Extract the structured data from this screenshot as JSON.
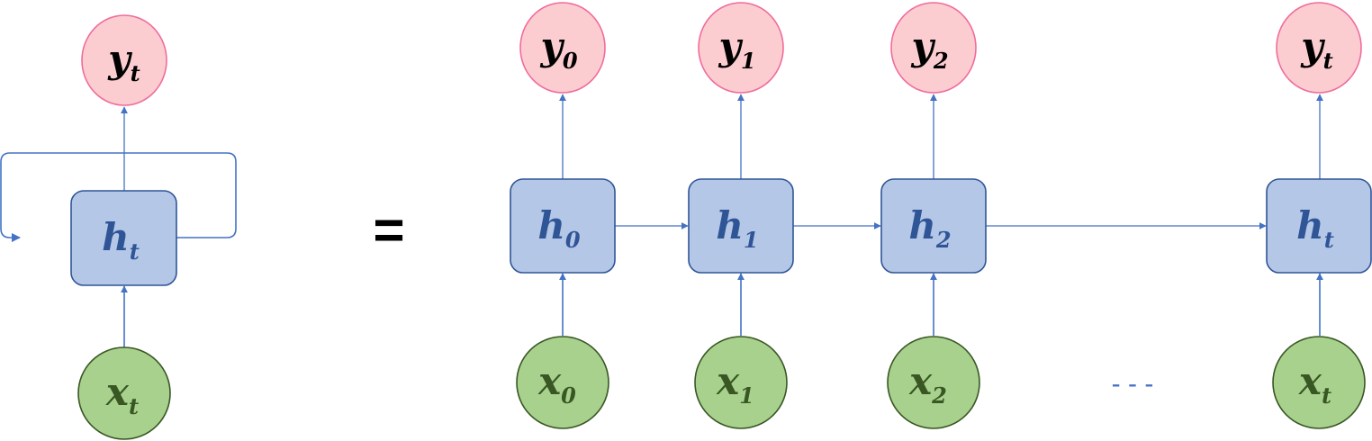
{
  "colors": {
    "output_fill": "#fccdd0",
    "output_stroke": "#f06c9b",
    "output_text": "#000000",
    "hidden_fill": "#b4c7e7",
    "hidden_stroke": "#2f5597",
    "hidden_text": "#2f5597",
    "input_fill": "#a9d18e",
    "input_stroke": "#385723",
    "input_text": "#385723",
    "edge": "#4472c4"
  },
  "rolled": {
    "output": {
      "var": "y",
      "sub": "t"
    },
    "hidden": {
      "var": "h",
      "sub": "t"
    },
    "input": {
      "var": "x",
      "sub": "t"
    }
  },
  "equals": "=",
  "ellipsis": "- - -",
  "unrolled": [
    {
      "output": {
        "var": "y",
        "sub": "0"
      },
      "hidden": {
        "var": "h",
        "sub": "0"
      },
      "input": {
        "var": "x",
        "sub": "0"
      }
    },
    {
      "output": {
        "var": "y",
        "sub": "1"
      },
      "hidden": {
        "var": "h",
        "sub": "1"
      },
      "input": {
        "var": "x",
        "sub": "1"
      }
    },
    {
      "output": {
        "var": "y",
        "sub": "2"
      },
      "hidden": {
        "var": "h",
        "sub": "2"
      },
      "input": {
        "var": "x",
        "sub": "2"
      }
    },
    {
      "output": {
        "var": "y",
        "sub": "t"
      },
      "hidden": {
        "var": "h",
        "sub": "t"
      },
      "input": {
        "var": "x",
        "sub": "t"
      }
    }
  ]
}
